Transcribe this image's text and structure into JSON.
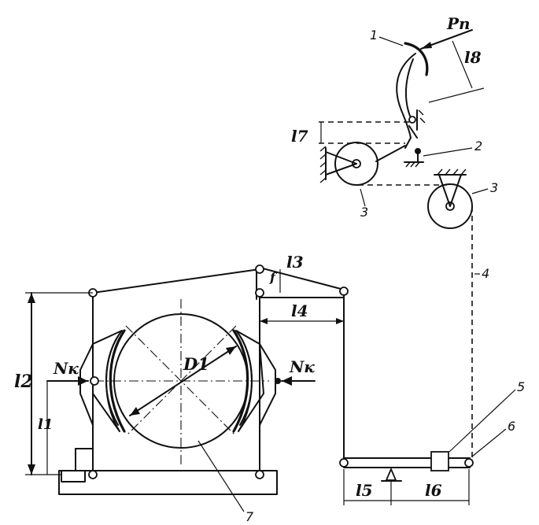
{
  "labels": {
    "pedal_force": "Pп",
    "dim_l1": "l1",
    "dim_l2": "l2",
    "dim_l3": "l3",
    "dim_l4": "l4",
    "dim_l5": "l5",
    "dim_l6": "l6",
    "dim_l7": "l7",
    "dim_l8": "l8",
    "drum_diameter": "D1",
    "normal_force_left": "Nк",
    "normal_force_right": "Nк",
    "small_f": "f"
  },
  "callouts": {
    "n1": "1",
    "n2": "2",
    "n3": "3",
    "n3b": "3",
    "n4": "4",
    "n5": "5",
    "n6": "6",
    "n7": "7"
  },
  "colors": {
    "ink": "#111111",
    "paper": "#ffffff"
  }
}
